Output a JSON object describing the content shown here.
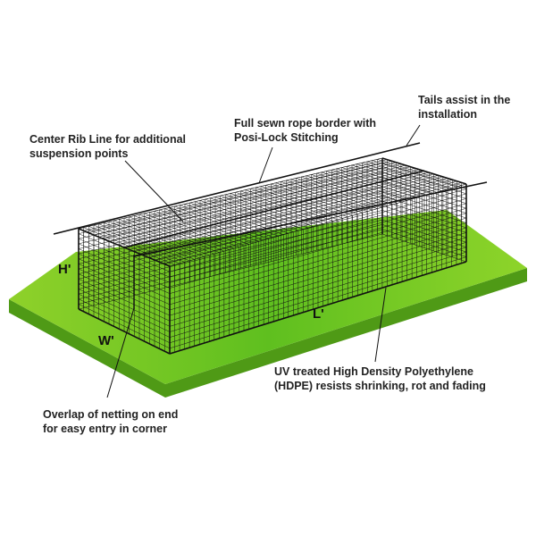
{
  "labels": {
    "tails": [
      "Tails assist in the",
      "installation"
    ],
    "rope_border": [
      "Full sewn rope border with",
      "Posi-Lock Stitching"
    ],
    "center_rib": [
      "Center Rib Line for additional",
      "suspension points"
    ],
    "hdpe": [
      "UV treated High Density Polyethylene",
      "(HDPE) resists shrinking, rot and fading"
    ],
    "overlap": [
      "Overlap of netting on end",
      "for easy entry in corner"
    ]
  },
  "dimensions": {
    "height": "H'",
    "width": "W'",
    "length": "L'"
  },
  "colors": {
    "turf_light": "#8fd12a",
    "turf_dark": "#3f8a12",
    "turf_edge": "#5aa61a",
    "net": "#111111"
  }
}
